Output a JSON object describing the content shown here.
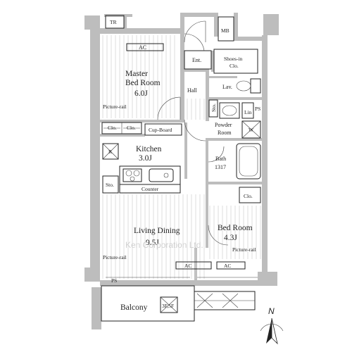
{
  "rooms": {
    "master_bedroom": {
      "name_line1": "Master",
      "name_line2": "Bed Room",
      "size": "6.0J"
    },
    "kitchen": {
      "name": "Kitchen",
      "size": "3.0J"
    },
    "living_dining": {
      "name": "Living Dining",
      "size": "9.5J"
    },
    "bedroom": {
      "name": "Bed Room",
      "size": "4.3J"
    },
    "bath": {
      "name": "Bath",
      "size": "1317"
    },
    "powder_room": {
      "name_line1": "Powder",
      "name_line2": "Room"
    },
    "balcony": {
      "name": "Balcony"
    },
    "hall": {
      "name": "Hall"
    },
    "entrance": {
      "name": "Ent."
    },
    "lavatory": {
      "name": "Lav."
    },
    "shoes_closet": {
      "name_line1": "Shoes-in",
      "name_line2": "Clo."
    }
  },
  "labels": {
    "tr": "TR",
    "mb": "MB",
    "ac_master": "AC",
    "ac_living": "AC",
    "ac_bedroom": "AC",
    "picture_rail_master": "Picture-rail",
    "picture_rail_living": "Picture-rail",
    "picture_rail_bedroom": "Picture-rail",
    "closet_1": "Clo.",
    "closet_2": "Clo.",
    "closet_bedroom": "Clo.",
    "cupboard": "Cup-Board",
    "refrigerator": "R",
    "storage_kitchen": "Sto.",
    "storage_hall": "Sto.",
    "counter": "Counter",
    "linen": "Lin",
    "ps_right": "PS",
    "ps_bottom": "PS",
    "washer": "W",
    "balcony_note": "3F,5F"
  },
  "compass": {
    "label": "N"
  },
  "watermark": "Ken Corporation Ltd."
}
